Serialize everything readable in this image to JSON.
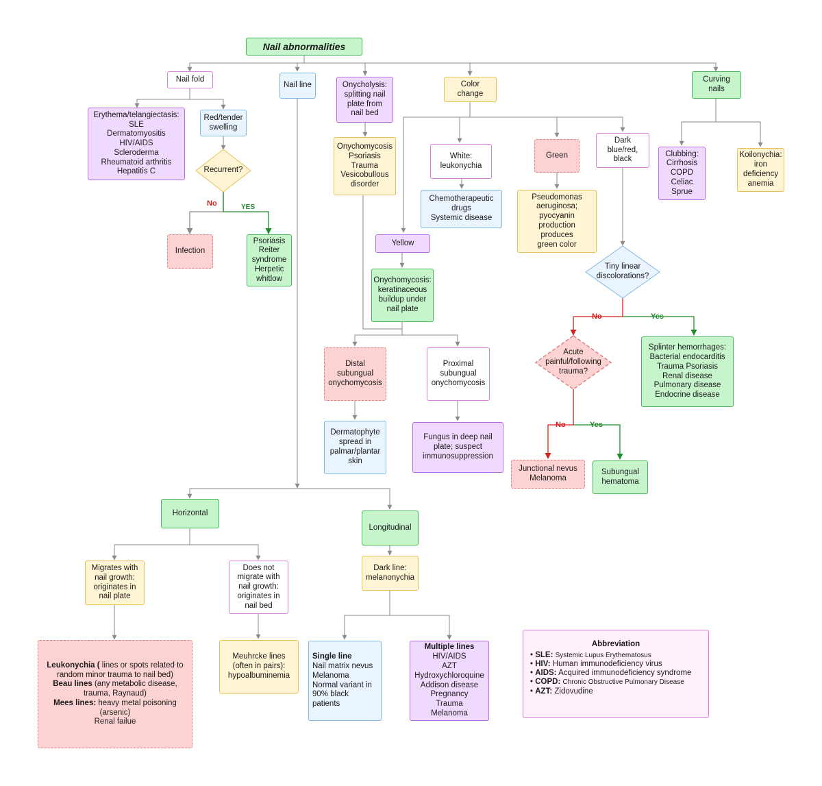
{
  "root": "Nail abnormalities",
  "nail_fold": {
    "label": "Nail fold",
    "erythema": "Erythema/telangiectasis:\nSLE\nDermatomyositis\nHIV/AIDS\nScleroderma\nRheumatoid arthritis\nHepatitis C",
    "swelling": "Red/tender\nswelling",
    "decision": "Recurrent?",
    "no_label": "No",
    "yes_label": "YES",
    "infection": "Infection",
    "psoriasis": "Psoriasis\nReiter\nsyndrome\nHerpetic\nwhitlow"
  },
  "nail_line": {
    "label": "Nail line",
    "horizontal": "Horizontal",
    "migrates": "Migrates with\nnail growth:\noriginates in\nnail plate",
    "not_migrate": "Does not\nmigrate with\nnail growth:\noriginates in\nnail bed",
    "leuko_bold": "Leukonychia (",
    "leuko_rest": " lines or spots related to random minor trauma to nail bed)",
    "beau_bold": "Beau lines",
    "beau_rest": " (any metabolic disease, trauma, Raynaud)",
    "mees_bold": "Mees lines:",
    "mees_rest": " heavy metal poisoning (arsenic)",
    "renal": "Renal failue",
    "meuhrcke": "Meuhrcke lines\n(often in pairs):\nhypoalbuminemia",
    "longitudinal": "Longitudinal",
    "dark_line": "Dark line:\nmelanonychia",
    "single_title": "Single line",
    "single_body": "Nail matrix nevus\nMelanoma\nNormal variant in\n90% black\npatients",
    "multiple_title": "Multiple lines",
    "multiple_body": "HIV/AIDS\nAZT\nHydroxychloroquine\nAddison disease\nPregnancy\nTrauma\nMelanoma"
  },
  "onycholysis": {
    "label": "Onycholysis:\nsplitting nail\nplate from\nnail bed",
    "causes": "Onychomycosis\nPsoriasis\nTrauma\nVesicobullous\ndisorder",
    "distal": "Distal\nsubungual\nonychomycosis",
    "dermatophyte": "Dermatophyte\nspread in\npalmar/plantar\nskin",
    "proximal": "Proximal\nsubungual\nonychomycosis",
    "fungus": "Fungus in deep nail\nplate; suspect\nimmunosuppression"
  },
  "color_change": {
    "label": "Color\nchange",
    "yellow": "Yellow",
    "onychomycosis": "Onychomycosis:\nkeratinaceous\nbuildup under\nnail plate",
    "white": "White:\nleukonychia",
    "chemo": "Chemotherapeutic\ndrugs\nSystemic disease",
    "green": "Green",
    "pseudomonas": "Pseudomonas\naeruginosa;\npyocyanin\nproduction\nproduces\ngreen color",
    "dark": "Dark\nblue/red,\nblack",
    "tiny_q": "Tiny linear\ndiscolorations?",
    "no1": "No",
    "yes1": "Yes",
    "splinter": "Splinter hemorrhages:\nBacterial endocarditis\nTrauma Psoriasis\nRenal disease\nPulmonary disease\nEndocrine disease",
    "acute_q": "Acute\npainful/following\ntrauma?",
    "no2": "No",
    "yes2": "Yes",
    "junctional": "Junctional nevus\nMelanoma",
    "hematoma": "Subungual\nhematoma"
  },
  "curving": {
    "label": "Curving\nnails",
    "clubbing": "Clubbing:\nCirrhosis\nCOPD\nCeliac\nSprue",
    "koilonychia": "Koilonychia:\niron\ndeficiency\nanemia"
  },
  "abbreviation": {
    "title": "Abbreviation",
    "items": [
      {
        "abbr": "SLE:",
        "def": "Systemic Lupus Erythematosus"
      },
      {
        "abbr": "HIV:",
        "def": "Human immunodeficiency virus"
      },
      {
        "abbr": "AIDS:",
        "def": "Acquired immunodeficiency syndrome"
      },
      {
        "abbr": "COPD:",
        "def": "Chronic Obstructive Pulmonary Disease"
      },
      {
        "abbr": "AZT:",
        "def": "Zidovudine"
      }
    ]
  },
  "colors": {
    "connector": "#8a8a8a",
    "no_edge": "#d42020",
    "yes_edge": "#1f8a2a"
  }
}
